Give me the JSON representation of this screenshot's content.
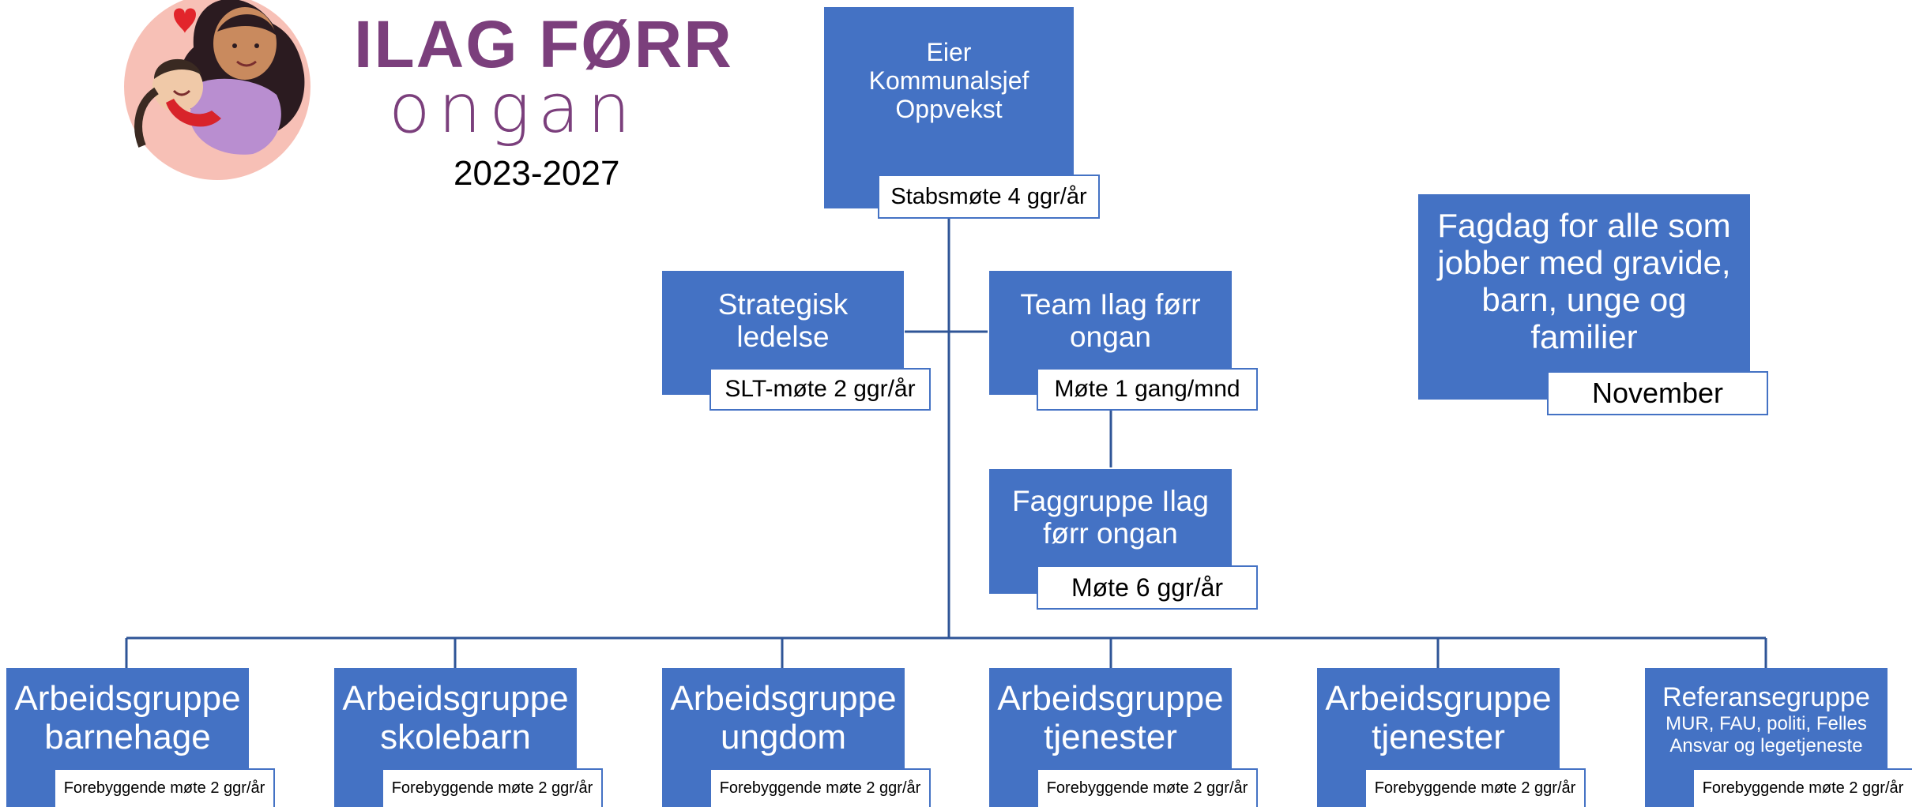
{
  "logo": {
    "title_line1": "ILAG FØRR",
    "title_line2": "ongan",
    "years": "2023-2027",
    "illustration": "mother-child-hug-illustration"
  },
  "colors": {
    "box_fill": "#4472c4",
    "box_text": "#ffffff",
    "tag_border": "#4472c4",
    "line": "#2f5597",
    "logo_purple": "#7b3f7c"
  },
  "nodes": {
    "owner": {
      "label": "Eier\nKommunalsjef\nOppvekst",
      "tag": "Stabsmøte 4 ggr/år"
    },
    "strategic": {
      "label": "Strategisk\nledelse",
      "tag": "SLT-møte 2 ggr/år"
    },
    "team": {
      "label": "Team Ilag førr\nongan",
      "tag": "Møte 1 gang/mnd"
    },
    "faggruppe": {
      "label": "Faggruppe Ilag\nførr ongan",
      "tag": "Møte 6 ggr/år"
    },
    "fagdag": {
      "label": "Fagdag for alle som\njobber med gravide,\nbarn, unge og\nfamilier",
      "tag": "November"
    }
  },
  "groups": [
    {
      "label": "Arbeidsgruppe\nbarnehage",
      "tag": "Forebyggende møte 2 ggr/år"
    },
    {
      "label": "Arbeidsgruppe\nskolebarn",
      "tag": "Forebyggende møte 2 ggr/år"
    },
    {
      "label": "Arbeidsgruppe\nungdom",
      "tag": "Forebyggende møte 2 ggr/år"
    },
    {
      "label": "Arbeidsgruppe\ntjenester",
      "tag": "Forebyggende møte 2 ggr/år"
    },
    {
      "label": "Arbeidsgruppe\ntjenester",
      "tag": "Forebyggende møte 2 ggr/år"
    },
    {
      "title": "Referansegruppe",
      "subtitle": "MUR, FAU, politi, Felles\nAnsvar og legetjeneste",
      "tag": "Forebyggende møte 2 ggr/år"
    }
  ]
}
